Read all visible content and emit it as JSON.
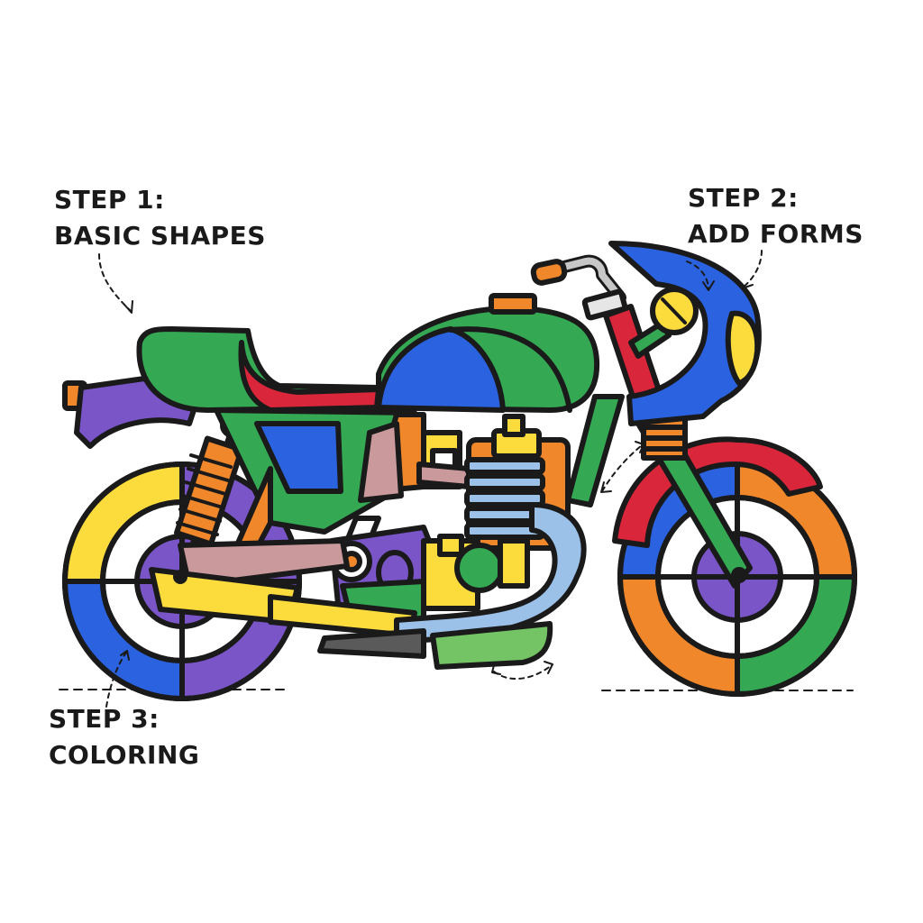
{
  "steps": [
    {
      "title": "STEP 1:",
      "subtitle": "BASIC SHAPES"
    },
    {
      "title": "STEP 2:",
      "subtitle": "ADD FORMS"
    },
    {
      "title": "STEP 3:",
      "subtitle": "COLORING"
    }
  ],
  "palette": {
    "outline": "#1a1a1a",
    "yellow": "#fbdc3c",
    "blue": "#2b62e0",
    "green": "#34a853",
    "purple": "#7a55c8",
    "red": "#d9263b",
    "orange": "#f0872a",
    "light_blue": "#9cc1e8",
    "mauve": "#c9999c",
    "light_green": "#74c365"
  },
  "icons": [
    "motorcycle-illustration",
    "dashed-arrow"
  ]
}
